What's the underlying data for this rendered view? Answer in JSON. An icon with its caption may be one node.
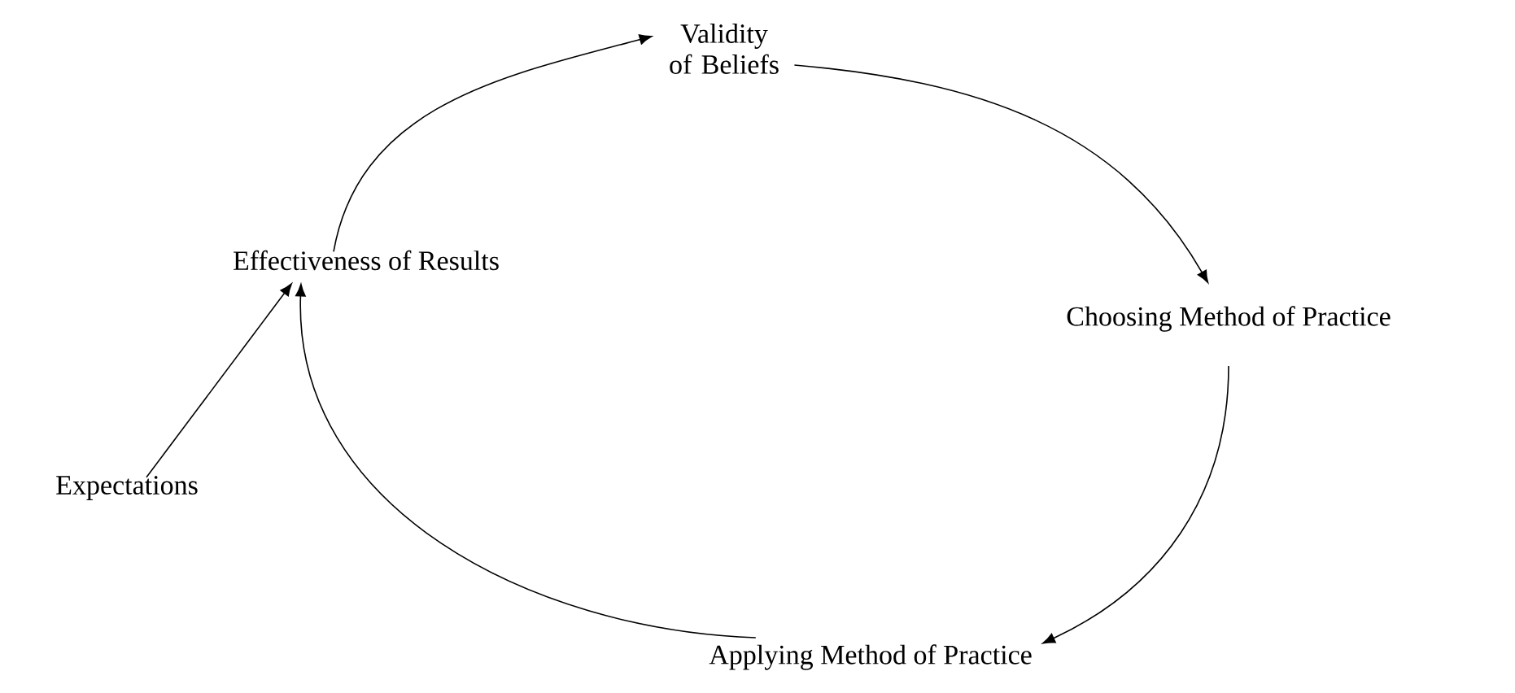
{
  "diagram": {
    "nodes": [
      {
        "text": [
          "Validity of Beliefs"
        ]
      },
      {
        "text": [
          "Choosing Method of Practice"
        ]
      },
      {
        "text": [
          "Applying Method of Practice"
        ]
      },
      {
        "text": [
          "Effectiveness of Results"
        ]
      },
      {
        "text": [
          "Expectations"
        ]
      }
    ],
    "edges": [
      {
        "from": 3,
        "to": 0,
        "arrow": "to"
      },
      {
        "from": 0,
        "to": 1,
        "arrow": "to"
      },
      {
        "from": 1,
        "to": 2,
        "arrow": "to"
      },
      {
        "from": 2,
        "to": 3,
        "arrow": "to"
      },
      {
        "from": 4,
        "to": 3,
        "arrow": "to"
      }
    ]
  }
}
